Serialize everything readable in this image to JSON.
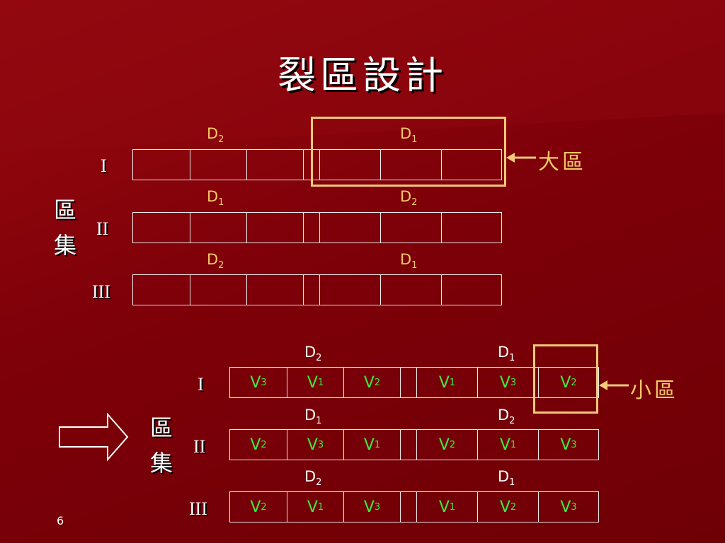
{
  "title": "裂區設計",
  "page_number": "6",
  "top": {
    "side_label": [
      "區",
      "集"
    ],
    "callout": "大區",
    "rows": [
      {
        "label": "I",
        "left_d": "D",
        "left_sub": "2",
        "right_d": "D",
        "right_sub": "1"
      },
      {
        "label": "II",
        "left_d": "D",
        "left_sub": "1",
        "right_d": "D",
        "right_sub": "2"
      },
      {
        "label": "III",
        "left_d": "D",
        "left_sub": "2",
        "right_d": "D",
        "right_sub": "1"
      }
    ]
  },
  "bottom": {
    "side_label": [
      "區",
      "集"
    ],
    "callout": "小區",
    "rows": [
      {
        "label": "I",
        "left_d": "D",
        "left_sub": "2",
        "right_d": "D",
        "right_sub": "1",
        "cells": [
          [
            "V",
            "3"
          ],
          [
            "V",
            "1"
          ],
          [
            "V",
            "2"
          ],
          [
            "",
            ""
          ],
          [
            "V",
            "1"
          ],
          [
            "V",
            "3"
          ],
          [
            "V",
            "2"
          ]
        ]
      },
      {
        "label": "II",
        "left_d": "D",
        "left_sub": "1",
        "right_d": "D",
        "right_sub": "2",
        "cells": [
          [
            "V",
            "2"
          ],
          [
            "V",
            "3"
          ],
          [
            "V",
            "1"
          ],
          [
            "",
            ""
          ],
          [
            "V",
            "2"
          ],
          [
            "V",
            "1"
          ],
          [
            "V",
            "3"
          ]
        ]
      },
      {
        "label": "III",
        "left_d": "D",
        "left_sub": "2",
        "right_d": "D",
        "right_sub": "1",
        "cells": [
          [
            "V",
            "2"
          ],
          [
            "V",
            "1"
          ],
          [
            "V",
            "3"
          ],
          [
            "",
            ""
          ],
          [
            "V",
            "1"
          ],
          [
            "V",
            "2"
          ],
          [
            "V",
            "3"
          ]
        ]
      }
    ]
  },
  "colors": {
    "accent": "#f3c97a",
    "variety_text": "#3fe93f",
    "background": "#7e0009"
  },
  "icons": {
    "callout_arrow": "left-arrow-icon",
    "transition_arrow": "right-block-arrow-icon"
  }
}
